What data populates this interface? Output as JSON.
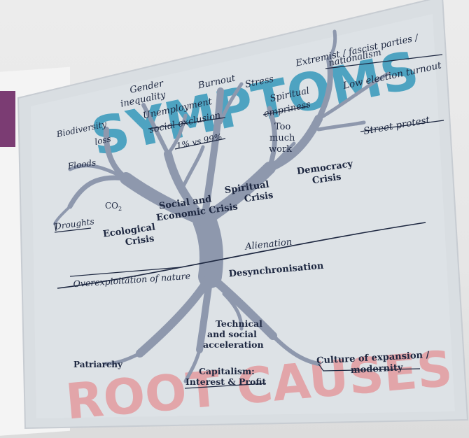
{
  "headline_top": "SYMPTOMS",
  "headline_bottom": "ROOT CAUSES",
  "symptoms": {
    "biodiversity": "Biodiversity loss",
    "gender": "Gender inequality",
    "burnout": "Burnout",
    "stress": "Stress",
    "extremist": "Extremist / fascist parties / nationalism",
    "unemployment": "Unemployment, social exclusion",
    "spiritual_emptiness": "Spiritual empriness",
    "low_turnout": "Low election turnout",
    "one_percent": "1% vs 99%",
    "too_much_work": "Too much work",
    "street_protest": "Street protest",
    "floods": "Floods",
    "droughts": "Droughts",
    "co2": "CO",
    "co2_sub": "2"
  },
  "crises": {
    "ecological": "Ecological Crisis",
    "social_economic": "Social and Economic Crisis",
    "spiritual": "Spiritual Crisis",
    "democracy": "Democracy Crisis"
  },
  "middle": {
    "overexploitation": "Overexploitation of nature",
    "alienation": "Alienation",
    "desynchronisation": "Desynchronisation"
  },
  "roots": {
    "patriarchy": "Patriarchy",
    "technical": "Technical and social acceleration",
    "capitalism": "Capitalism: Interest & Profit",
    "culture": "Culture of expansion / modernity"
  },
  "colors": {
    "card": "#d8dde2",
    "trunk": "#9aa3b6",
    "ink": "#1d2740",
    "symptoms_blue": "#3f9dbd",
    "root_pink": "#e3a0a4",
    "wall_purple": "#7b3c73"
  }
}
